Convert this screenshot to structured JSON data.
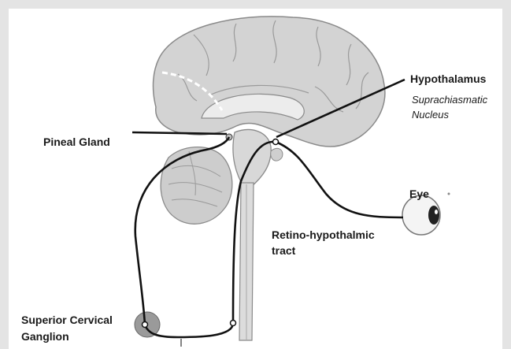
{
  "labels": {
    "hypothalamus": "Hypothalamus",
    "scn_line1": "Suprachiasmatic",
    "scn_line2": "Nucleus",
    "pineal": "Pineal Gland",
    "eye": "Eye",
    "rht_line1": "Retino-hypothalmic",
    "rht_line2": "tract",
    "scg_line1": "Superior Cervical",
    "scg_line2": "Ganglion"
  },
  "colors": {
    "background": "#e4e4e4",
    "panel": "#ffffff",
    "brain_fill": "#d3d3d3",
    "brain_outline": "#8a8a8a",
    "pathway": "#111111",
    "ganglion": "#9a9a9a"
  }
}
